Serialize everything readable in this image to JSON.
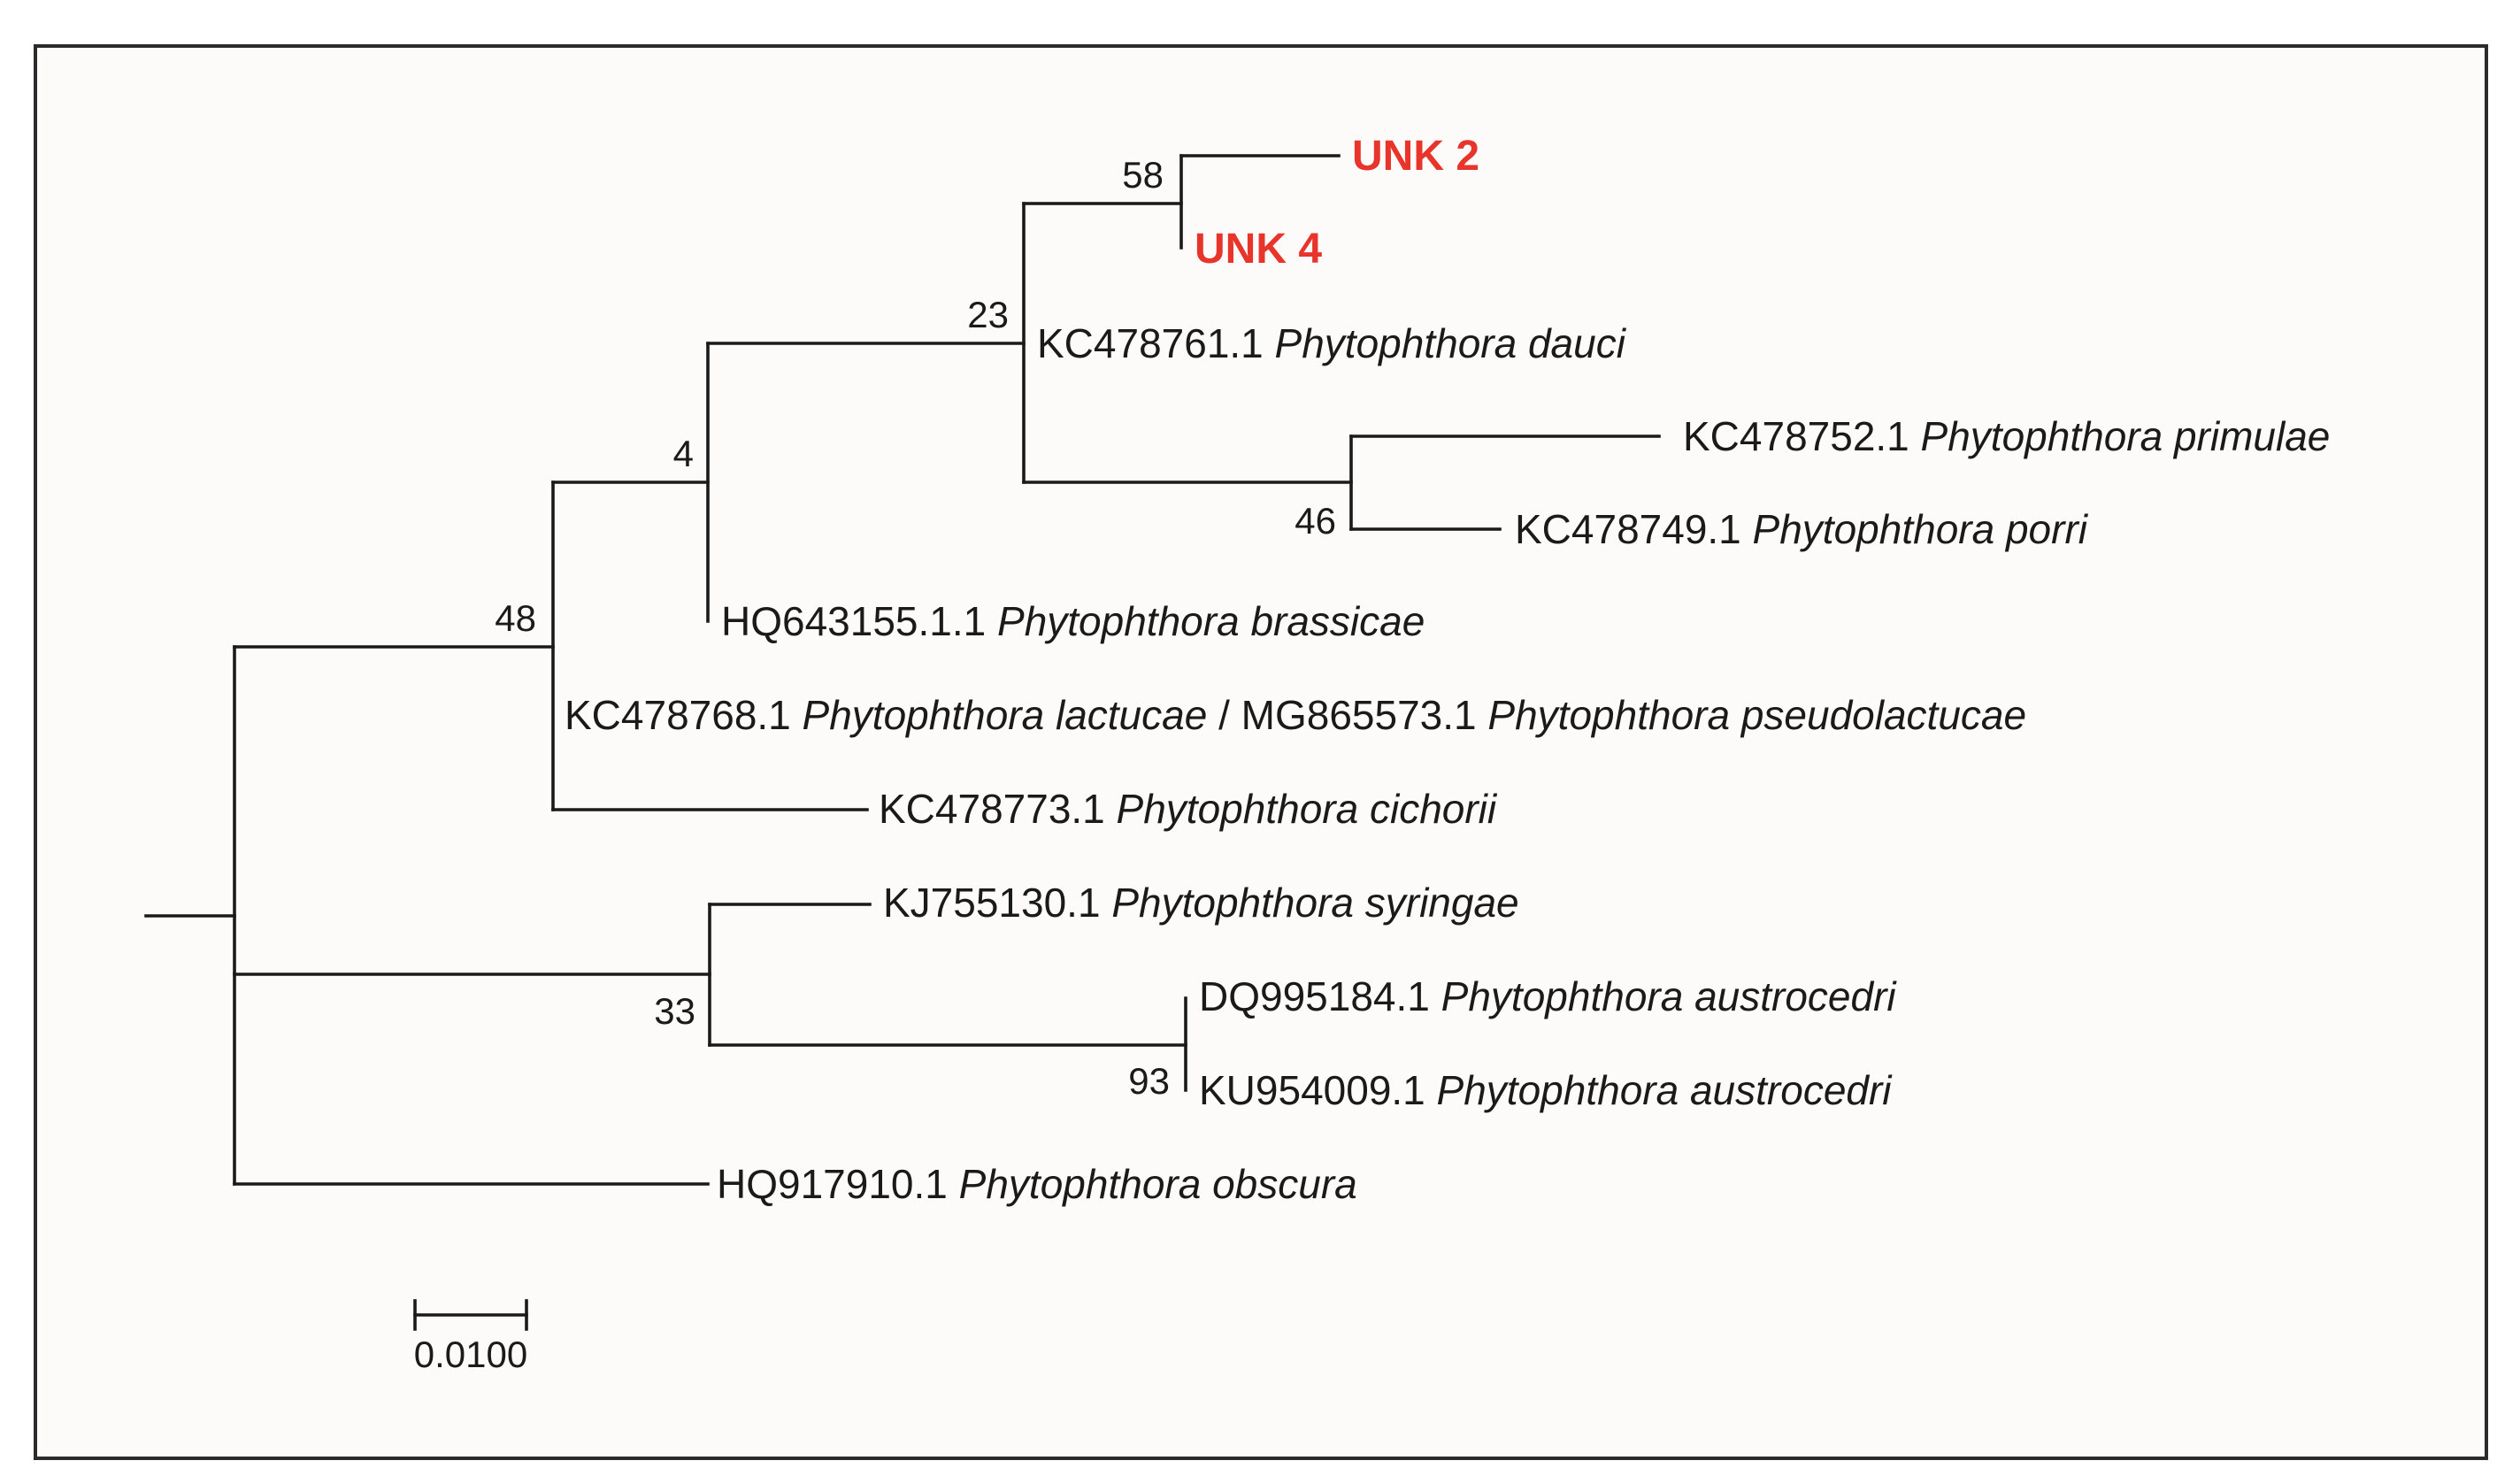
{
  "colors": {
    "background": "#fcfbf9",
    "frame": "#2b2b2b",
    "highlight": "#e8342a",
    "line": "#1a1a1a"
  },
  "tips": {
    "unk2": {
      "label": "UNK 2"
    },
    "unk4": {
      "label": "UNK 4"
    },
    "dauci": {
      "accession": "KC478761.1",
      "species": "Phytophthora dauci"
    },
    "primulae": {
      "accession": "KC478752.1",
      "species": "Phytophthora primulae"
    },
    "porri": {
      "accession": "KC478749.1",
      "species": "Phytophthora porri"
    },
    "brassicae": {
      "accession": "HQ643155.1.1",
      "species": "Phytophthora brassicae"
    },
    "lactucae": {
      "accession": "KC478768.1",
      "species": "Phytophthora lactucae",
      "separator": "/",
      "accession2": "MG865573.1",
      "species2": "Phytophthora pseudolactucae"
    },
    "cichorii": {
      "accession": "KC478773.1",
      "species": "Phytophthora cichorii"
    },
    "syringae": {
      "accession": "KJ755130.1",
      "species": "Phytophthora syringae"
    },
    "austrocedri1": {
      "accession": "DQ995184.1",
      "species": "Phytophthora austrocedri"
    },
    "austrocedri2": {
      "accession": "KU954009.1",
      "species": "Phytophthora austrocedri"
    },
    "obscura": {
      "accession": "HQ917910.1",
      "species": "Phytophthora obscura"
    }
  },
  "bootstrap": {
    "unk_node": "58",
    "dauci_node": "23",
    "porri_node": "46",
    "brassicae_node": "4",
    "main_node": "48",
    "syringae_node": "33",
    "austrocedri_node": "93"
  },
  "scale_bar": {
    "label": "0.0100"
  }
}
